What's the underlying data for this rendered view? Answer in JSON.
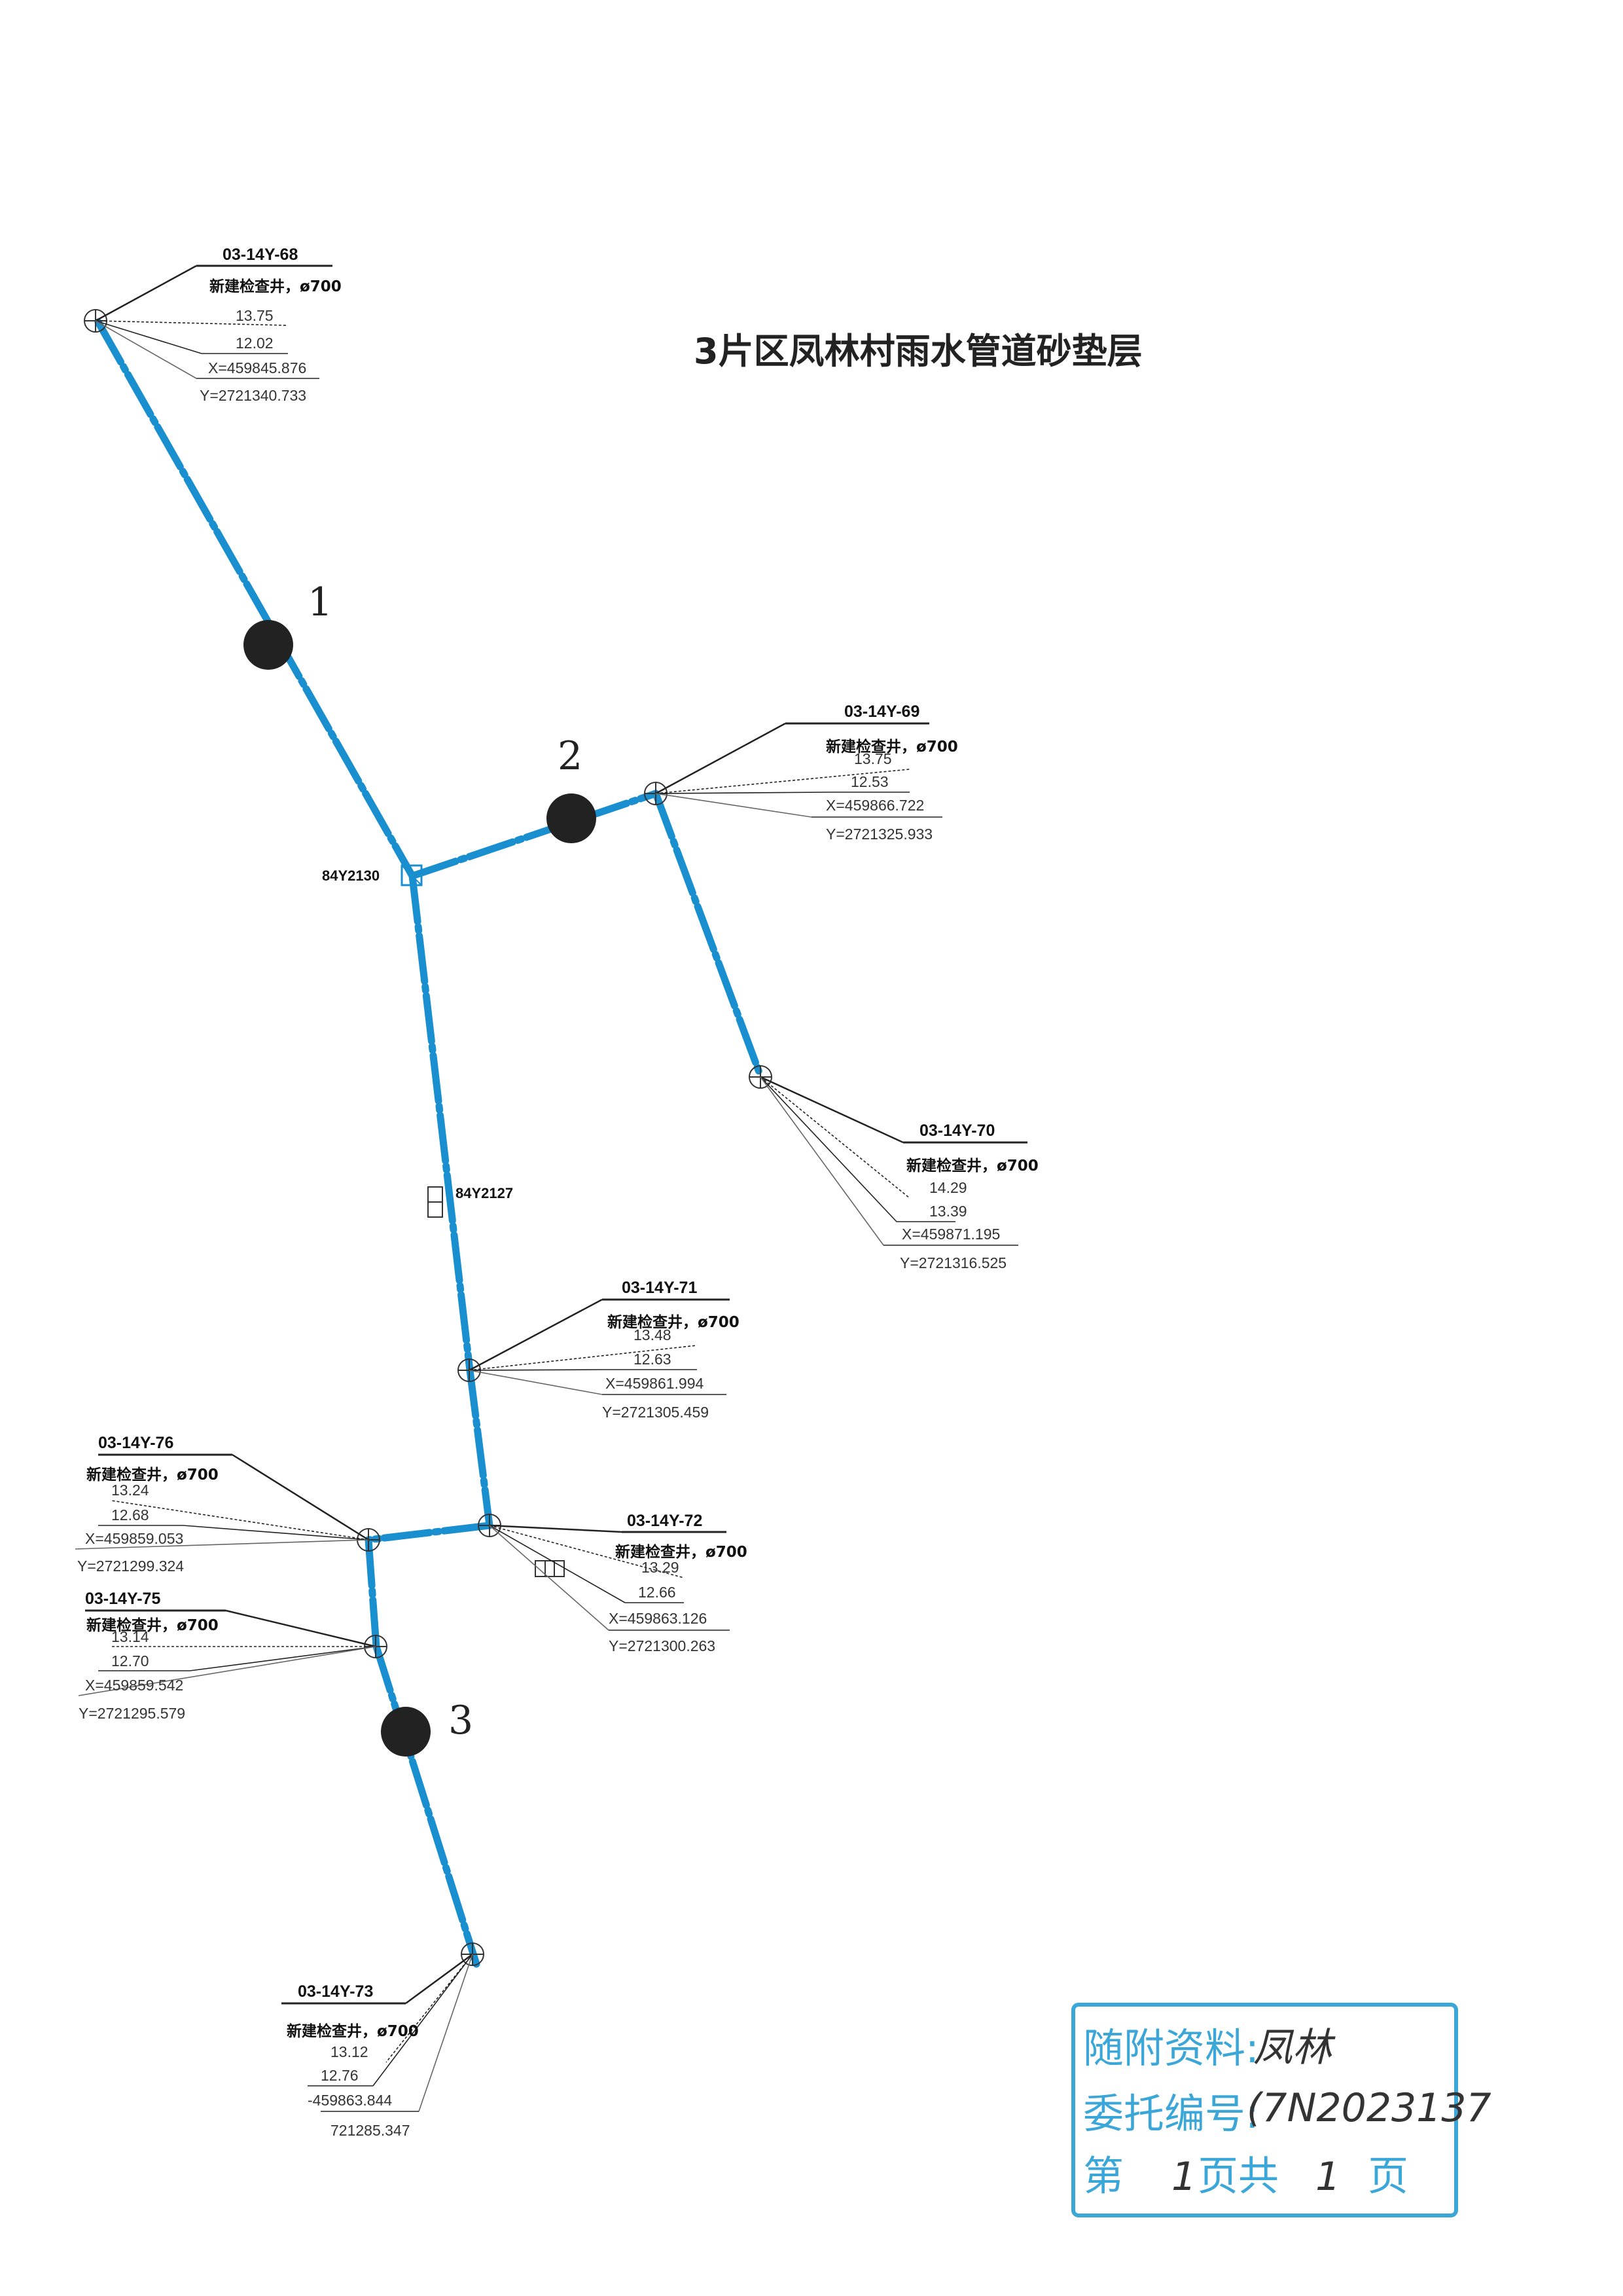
{
  "title": "3片区凤林村雨水管道砂垫层",
  "colors": {
    "pipe": "#1a8fd0",
    "ink": "#111111",
    "stamp": "#3ba6d8",
    "marker": "#222222"
  },
  "wells": [
    {
      "name": "03-14Y-68",
      "type": "新建检查井，ø700",
      "v1": "13.75",
      "v2": "12.02",
      "x": "X=459845.876",
      "y": "Y=2721340.733"
    },
    {
      "name": "03-14Y-69",
      "type": "新建检查井，ø700",
      "v1": "13.75",
      "v2": "12.53",
      "x": "X=459866.722",
      "y": "Y=2721325.933"
    },
    {
      "name": "03-14Y-70",
      "type": "新建检查井，ø700",
      "v1": "14.29",
      "v2": "13.39",
      "x": "X=459871.195",
      "y": "Y=2721316.525"
    },
    {
      "name": "03-14Y-71",
      "type": "新建检查井，ø700",
      "v1": "13.48",
      "v2": "12.63",
      "x": "X=459861.994",
      "y": "Y=2721305.459"
    },
    {
      "name": "03-14Y-76",
      "type": "新建检查井，ø700",
      "v1": "13.24",
      "v2": "12.68",
      "x": "X=459859.053",
      "y": "Y=2721299.324"
    },
    {
      "name": "03-14Y-72",
      "type": "新建检查井，ø700",
      "v1": "13.29",
      "v2": "12.66",
      "x": "X=459863.126",
      "y": "Y=2721300.263"
    },
    {
      "name": "03-14Y-75",
      "type": "新建检查井，ø700",
      "v1": "13.14",
      "v2": "12.70",
      "x": "X=459859.542",
      "y": "Y=2721295.579"
    },
    {
      "name": "03-14Y-73",
      "type": "新建检查井，ø700",
      "v1": "13.12",
      "v2": "12.76",
      "x": "-459863.844",
      "y": "721285.347"
    }
  ],
  "existing": [
    {
      "id": "84Y2130"
    },
    {
      "id": "84Y2127"
    }
  ],
  "markers": [
    {
      "num": "1"
    },
    {
      "num": "2"
    },
    {
      "num": "3"
    }
  ],
  "stamp": {
    "line1": "随附资料:",
    "line2": "委托编号:",
    "line3": "第",
    "page_label": "页共",
    "page_end": "页",
    "hand1": "凤林",
    "hand2": "(7N2023137",
    "hand3": "1",
    "hand4": "1"
  }
}
